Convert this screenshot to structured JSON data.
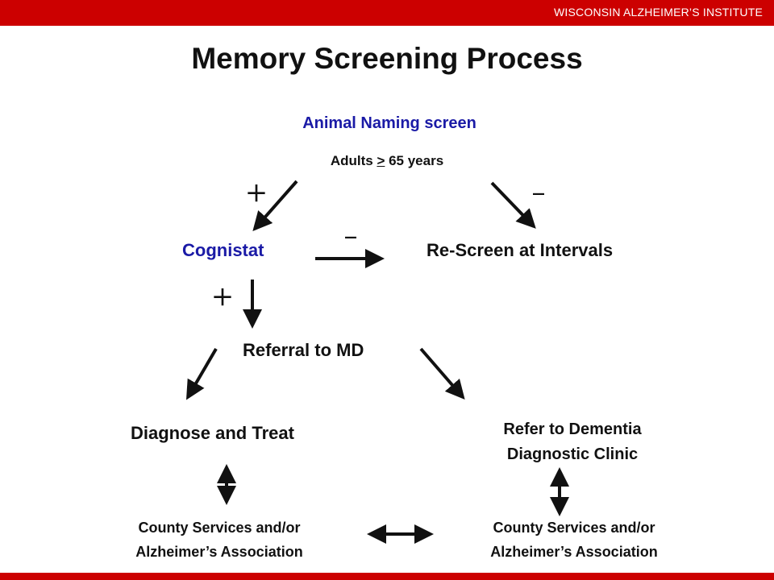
{
  "header": {
    "org": "WISCONSIN ALZHEIMER’S INSTITUTE"
  },
  "title": "Memory Screening Process",
  "nodes": {
    "animal_naming": "Animal Naming screen",
    "adults": {
      "prefix": "Adults ",
      "symbol": ">",
      "suffix": " 65 years"
    },
    "cognistat": "Cognistat",
    "rescreen": "Re-Screen at Intervals",
    "referral": "Referral to MD",
    "diagnose": "Diagnose and Treat",
    "refer_clinic_line1": "Refer to Dementia",
    "refer_clinic_line2": "Diagnostic Clinic",
    "county_left_line1": "County Services and/or",
    "county_left_line2": "Alzheimer’s Association",
    "county_right_line1": "County Services and/or",
    "county_right_line2": "Alzheimer’s Association"
  },
  "signs": {
    "screen_positive": "+",
    "screen_negative": "–",
    "cognistat_negative": "–",
    "cognistat_positive": "+"
  },
  "colors": {
    "brand_red": "#cc0000",
    "node_blue": "#1a1aa6",
    "text": "#111111"
  }
}
